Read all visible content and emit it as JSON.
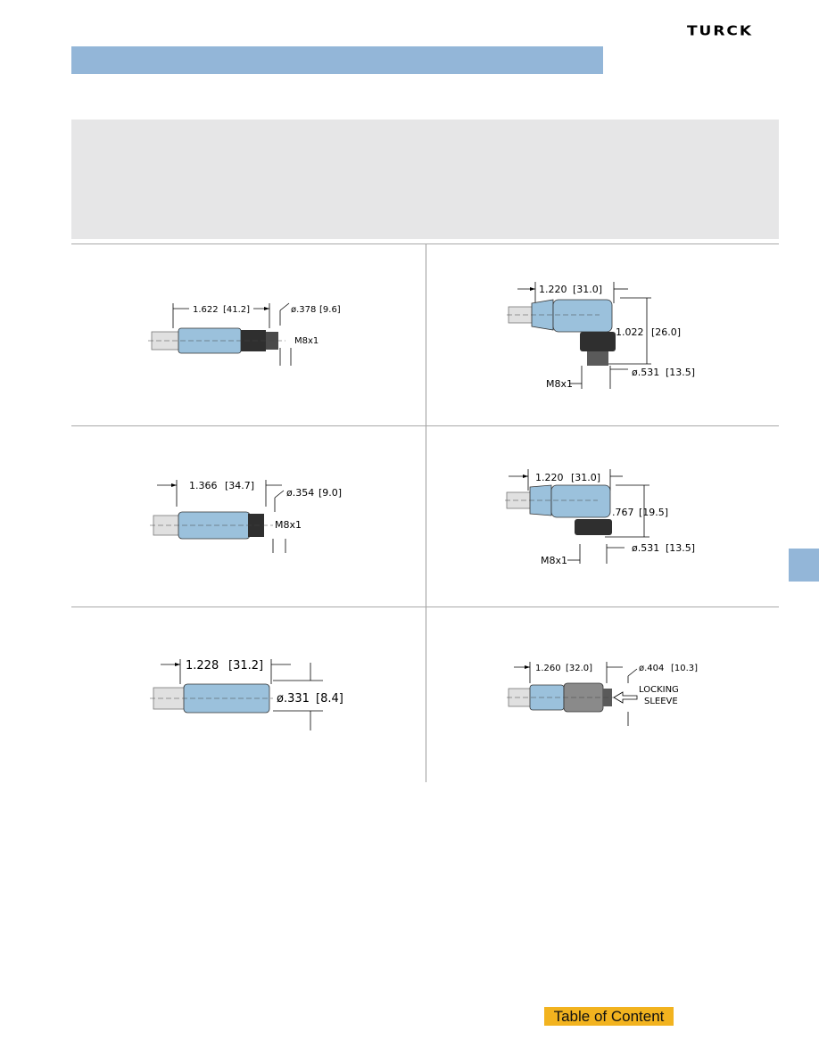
{
  "header": {
    "brand": "TURCK"
  },
  "drawings": [
    {
      "length": "1.622",
      "length_mm": "[41.2]",
      "diameter": "ø.378",
      "diameter_mm": "[9.6]",
      "thread": "M8x1"
    },
    {
      "length": "1.220",
      "length_mm": "[31.0]",
      "height": "1.022",
      "height_mm": "[26.0]",
      "diameter": "ø.531",
      "diameter_mm": "[13.5]",
      "thread": "M8x1"
    },
    {
      "length": "1.366",
      "length_mm": "[34.7]",
      "diameter": "ø.354",
      "diameter_mm": "[9.0]",
      "thread": "M8x1"
    },
    {
      "length": "1.220",
      "length_mm": "[31.0]",
      "height": ".767",
      "height_mm": "[19.5]",
      "diameter": "ø.531",
      "diameter_mm": "[13.5]",
      "thread": "M8x1"
    },
    {
      "length": "1.228",
      "length_mm": "[31.2]",
      "diameter": "ø.331",
      "diameter_mm": "[8.4]"
    },
    {
      "length": "1.260",
      "length_mm": "[32.0]",
      "diameter": "ø.404",
      "diameter_mm": "[10.3]",
      "note_line1": "LOCKING",
      "note_line2": "SLEEVE"
    }
  ],
  "footer": {
    "toc_label": "Table of Content"
  },
  "colors": {
    "accent_blue": "#93b6d8",
    "connector_blue": "#9bc1dc",
    "toc_yellow": "#f2b31f"
  }
}
